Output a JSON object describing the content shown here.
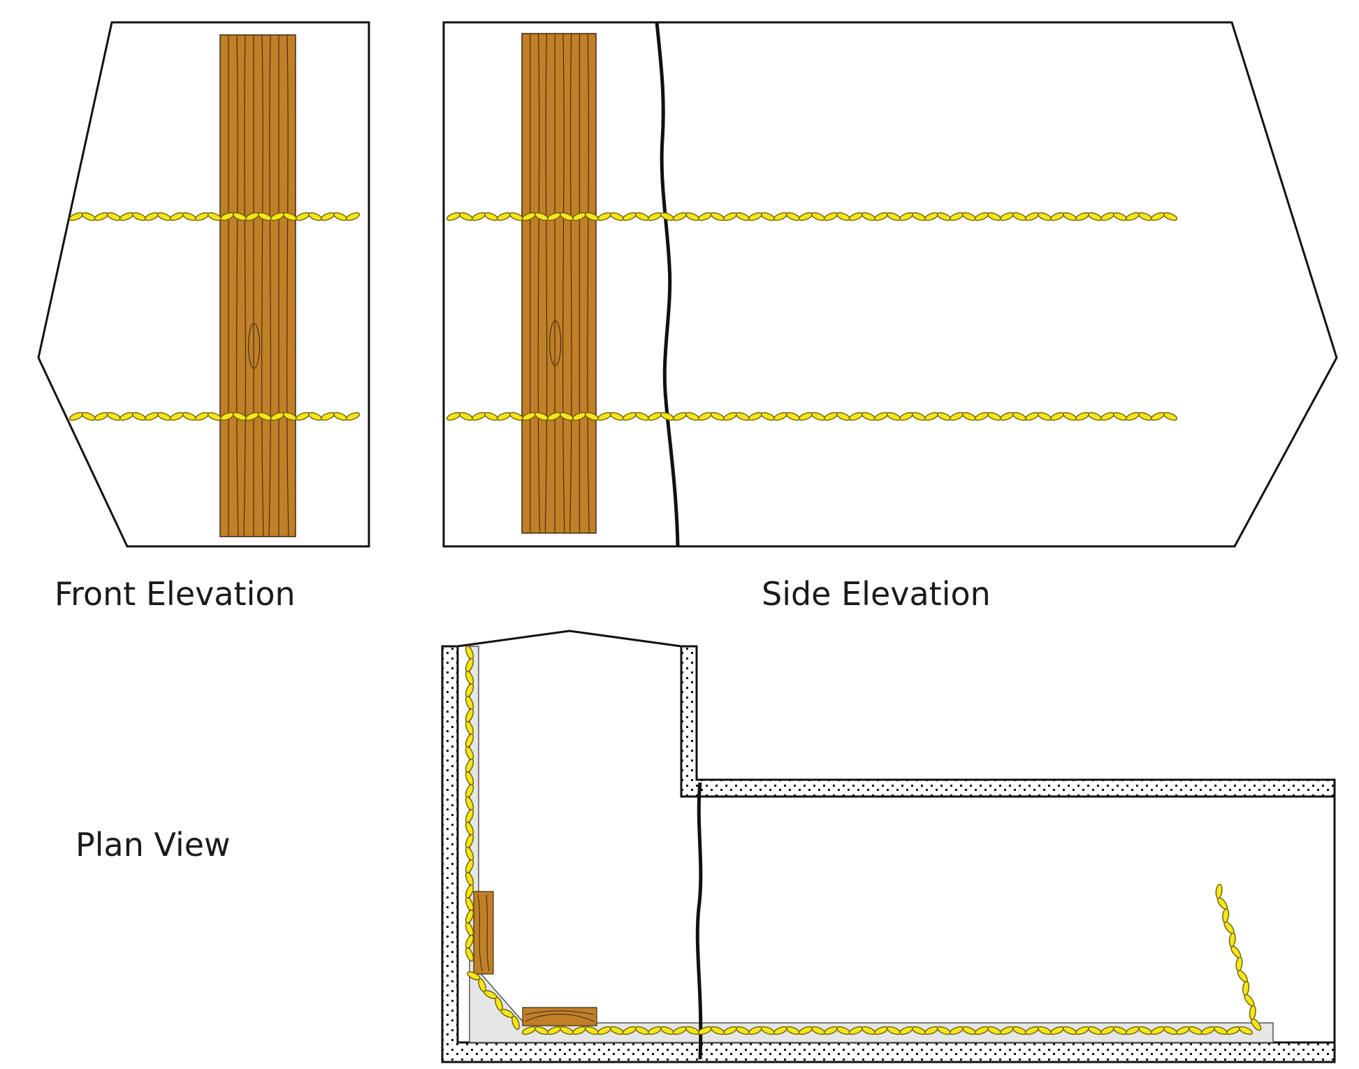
{
  "labels": {
    "front": "Front Elevation",
    "side": "Side Elevation",
    "plan": "Plan View"
  },
  "colors": {
    "wood": "#c17f27",
    "wood_grain": "#3a2a12",
    "rope_yellow": "#f7e51c",
    "rope_dark": "#6b6000",
    "outline": "#111111",
    "concrete_fill": "#ffffff",
    "concrete_dots": "#111111",
    "liner": "#e6e6e6"
  },
  "icons": {
    "rope": "twisted-rope-icon",
    "post": "wood-post-icon",
    "crack": "crack-line-icon"
  }
}
